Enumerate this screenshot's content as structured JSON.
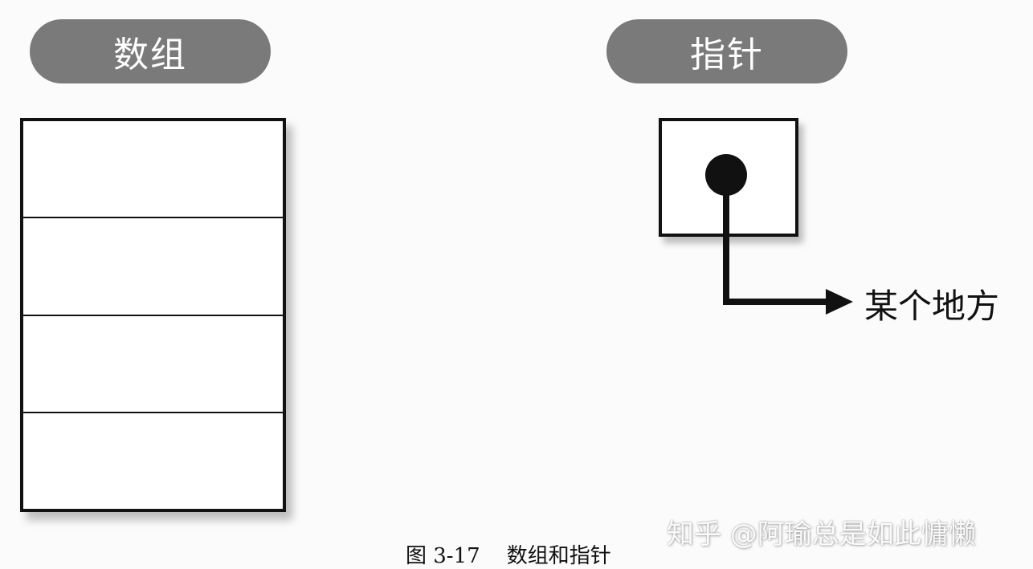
{
  "array_label": "数组",
  "pointer_label": "指针",
  "array_cells": 4,
  "pointer_target_label": "某个地方",
  "caption": "图 3-17    数组和指针",
  "watermark": "知乎 @阿瑜总是如此慵懒",
  "colors": {
    "pill_background": "#7a7a7a",
    "pill_text": "#ffffff",
    "stroke": "#111111",
    "background": "#fbfbfb"
  }
}
